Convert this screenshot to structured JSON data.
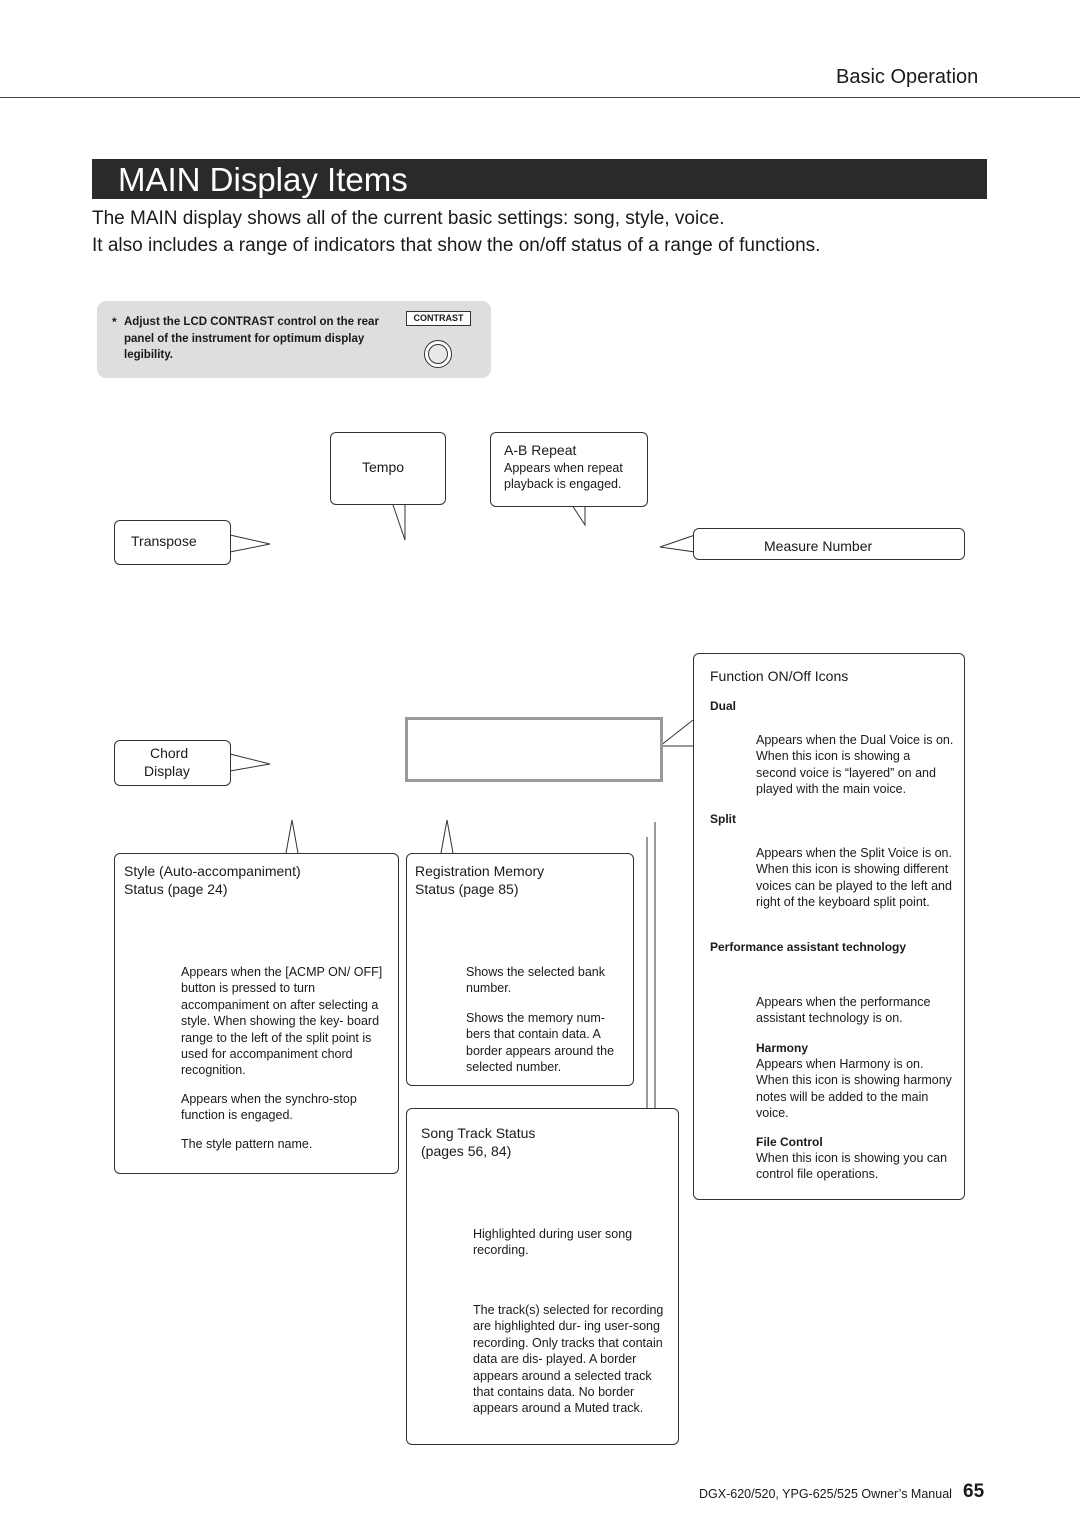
{
  "header": {
    "section": "Basic Operation"
  },
  "title": "MAIN Display Items",
  "intro": {
    "line1": "The MAIN display shows all of the current basic settings: song, style, voice.",
    "line2": "It also includes a range of indicators that show the on/off status of a range of functions."
  },
  "note": {
    "star": "*",
    "text": "Adjust the LCD CONTRAST control on the rear panel of the instrument for optimum display legibility.",
    "contrast_label": "CONTRAST"
  },
  "callouts": {
    "tempo": "Tempo",
    "ab_repeat": {
      "title": "A-B Repeat",
      "desc": "Appears when repeat playback is engaged."
    },
    "transpose": "Transpose",
    "measure_number": "Measure Number",
    "chord_display": [
      "Chord",
      "Display"
    ],
    "function_icons": {
      "title": "Function ON/Off Icons",
      "dual": {
        "label": "Dual",
        "desc": "Appears when the Dual Voice is on. When this icon is showing a second voice is “layered” on and played with the main voice."
      },
      "split": {
        "label": "Split",
        "desc": "Appears when the Split Voice is on. When this icon is showing different voices can be played to the left and right of the keyboard split point."
      },
      "pat": {
        "label": "Performance assistant technology",
        "desc": "Appears when the performance assistant technology is on."
      },
      "harmony": {
        "label": "Harmony",
        "desc": "Appears when Harmony is on. When this icon is showing harmony notes will be added to the main voice."
      },
      "file_control": {
        "label": "File Control",
        "desc": "When this icon is showing you can control file operations."
      }
    },
    "style_status": {
      "title": [
        "Style (Auto-accompaniment)",
        "Status (page 24)"
      ],
      "acmp": "Appears when the [ACMP ON/ OFF] button is pressed to turn accompaniment on after selecting a style. When showing the key- board range to the left of the split point is used for accompaniment chord recognition.",
      "sync": "Appears when the synchro-stop function is engaged.",
      "pattern": "The style pattern name."
    },
    "registration": {
      "title": [
        "Registration Memory",
        "Status (page 85)"
      ],
      "bank": "Shows the selected bank number.",
      "memory": "Shows the memory num- bers that contain data. A border appears around the selected number."
    },
    "song_track": {
      "title": [
        "Song Track Status",
        "(pages 56, 84)"
      ],
      "highlight": "Highlighted during user song recording.",
      "tracks": "The track(s) selected for recording are highlighted dur- ing user-song recording. Only tracks that contain data are dis- played. A border appears around a selected track that contains data. No border appears around a Muted track."
    }
  },
  "footer": {
    "manual": "DGX-620/520, YPG-625/525  Owner’s Manual",
    "page": "65"
  }
}
